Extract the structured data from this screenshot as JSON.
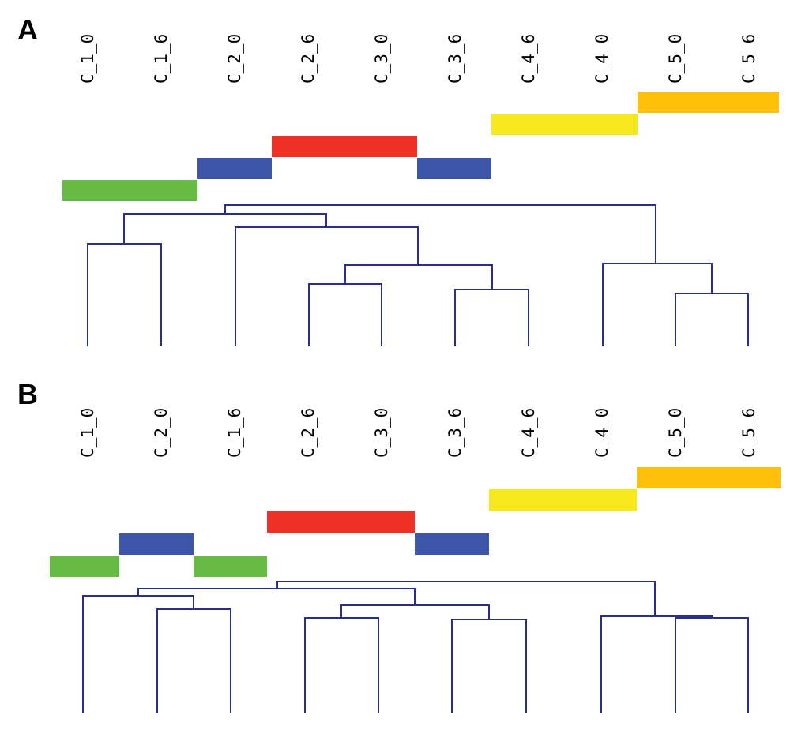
{
  "colors": {
    "green": "#66bb44",
    "blue": "#3d55a7",
    "red": "#ee3124",
    "yellow": "#f7e81e",
    "orange": "#fdc10a",
    "tree_line": "#2b2f8c"
  },
  "panels": [
    {
      "letter": "A",
      "leaves": [
        "C_1_0",
        "C_1_6",
        "C_2_0",
        "C_2_6",
        "C_3_0",
        "C_3_6",
        "C_4_6",
        "C_4_0",
        "C_5_0",
        "C_5_6"
      ],
      "group_bars": [
        {
          "color": "orange",
          "from_leaf": 8,
          "to_leaf": 9
        },
        {
          "color": "yellow",
          "from_leaf": 6,
          "to_leaf": 7
        },
        {
          "color": "red",
          "from_leaf": 3,
          "to_leaf": 4
        },
        {
          "color": "blue",
          "from_leaf": 2,
          "to_leaf": 2
        },
        {
          "color": "blue",
          "from_leaf": 5,
          "to_leaf": 5
        },
        {
          "color": "green",
          "from_leaf": 0,
          "to_leaf": 1
        }
      ]
    },
    {
      "letter": "B",
      "leaves": [
        "C_1_0",
        "C_2_0",
        "C_1_6",
        "C_2_6",
        "C_3_0",
        "C_3_6",
        "C_4_6",
        "C_4_0",
        "C_5_0",
        "C_5_6"
      ],
      "group_bars": [
        {
          "color": "orange",
          "from_leaf": 8,
          "to_leaf": 9
        },
        {
          "color": "yellow",
          "from_leaf": 6,
          "to_leaf": 7
        },
        {
          "color": "red",
          "from_leaf": 3,
          "to_leaf": 4
        },
        {
          "color": "blue",
          "from_leaf": 1,
          "to_leaf": 1
        },
        {
          "color": "blue",
          "from_leaf": 5,
          "to_leaf": 5
        },
        {
          "color": "green",
          "from_leaf": 0,
          "to_leaf": 0
        },
        {
          "color": "green",
          "from_leaf": 2,
          "to_leaf": 2
        }
      ]
    }
  ]
}
